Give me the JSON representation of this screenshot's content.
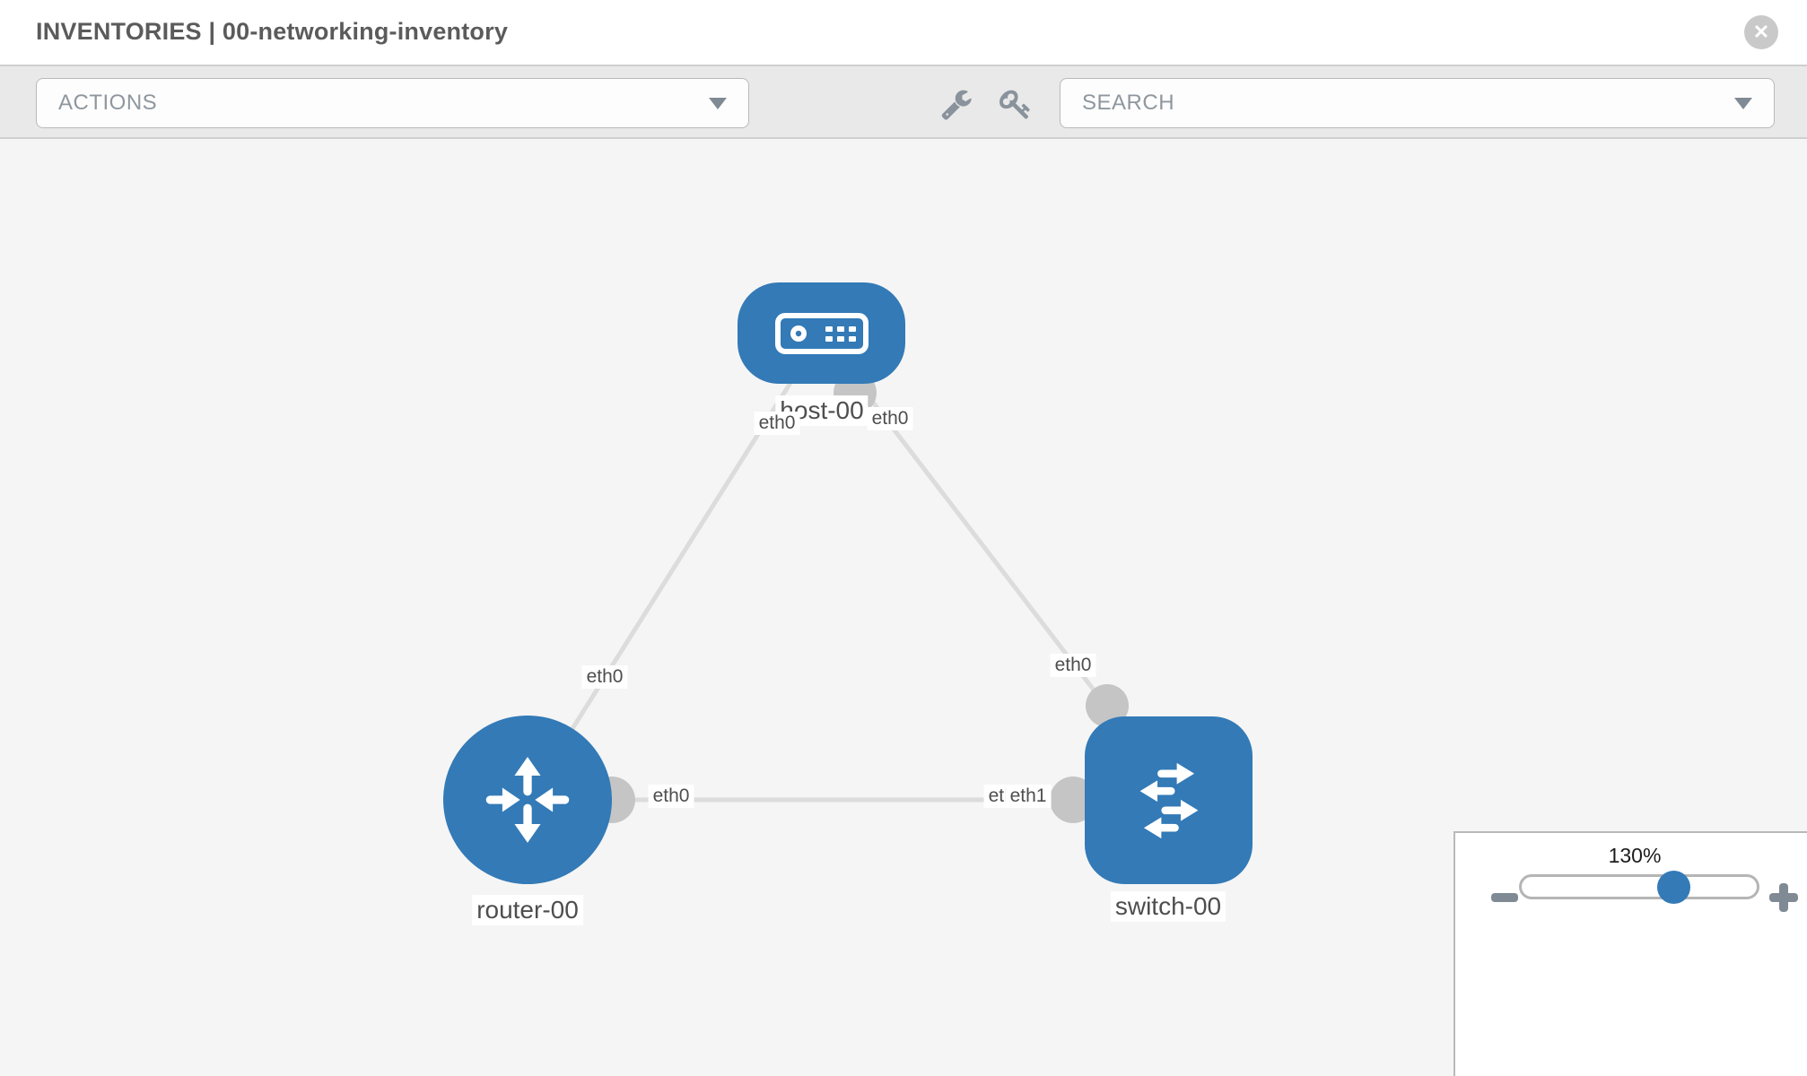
{
  "header": {
    "title": "INVENTORIES | 00-networking-inventory",
    "close_label": "✕"
  },
  "toolbar": {
    "actions_placeholder": "ACTIONS",
    "search_placeholder": "SEARCH",
    "icon_buttons": [
      "wrench",
      "key"
    ]
  },
  "diagram": {
    "nodes": [
      {
        "id": "host-00",
        "type": "host",
        "label": "host-00"
      },
      {
        "id": "router-00",
        "type": "router",
        "label": "router-00"
      },
      {
        "id": "switch-00",
        "type": "switch",
        "label": "switch-00"
      }
    ],
    "links": [
      {
        "from": "host-00",
        "from_if": "eth0",
        "to": "router-00",
        "to_if": "eth0"
      },
      {
        "from": "host-00",
        "from_if": "eth0",
        "to": "switch-00",
        "to_if": "eth0"
      },
      {
        "from": "router-00",
        "from_if": "eth0",
        "to": "switch-00",
        "to_if": "eth1"
      }
    ],
    "labels": {
      "host_if_left": "eth0",
      "host_if_right": "eth0",
      "link_host_router_mid": "eth0",
      "link_host_switch_mid": "eth0",
      "router_if": "eth0",
      "switch_if_under": "eth0",
      "switch_if": "eth1"
    }
  },
  "zoom_control": {
    "level": "130%"
  },
  "colors": {
    "node_blue": "#337ab7",
    "link_gray": "#dcdcdc",
    "connector_gray": "#c5c5c5",
    "canvas_bg": "#f5f5f5",
    "toolbar_bg": "#e9e9e9",
    "label_text": "#4e4e4e"
  }
}
